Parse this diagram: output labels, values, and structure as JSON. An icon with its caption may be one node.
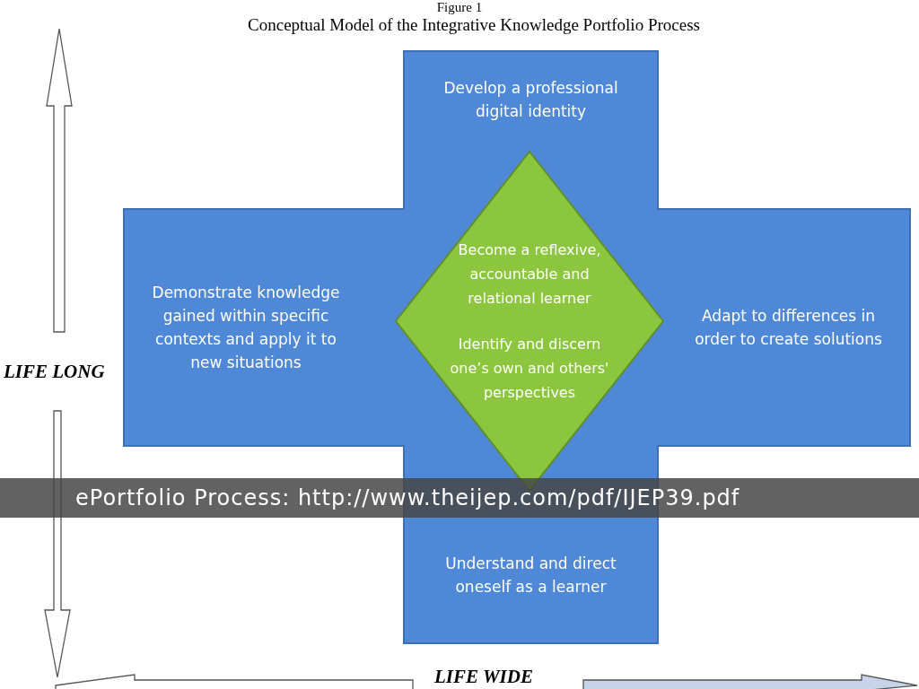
{
  "diagram": {
    "title": "Conceptual Model of the Integrative Knowledge Portfolio Process",
    "caption": "ePortfolio Process:  http://www.theijep.com/pdf/IJEP39.pdf",
    "nodes": [
      {
        "text": [
          "Develop a professional digital identity"
        ]
      },
      {
        "text": [
          "Demonstrate knowledge gained within specific contexts and apply  it to new situations"
        ]
      },
      {
        "text": [
          "Become a reflexive, accountable and relational learner",
          "Identify and discern one’s own and others' perspectives"
        ]
      },
      {
        "text": [
          "Adapt to differences in order to create solutions"
        ]
      },
      {
        "text": [
          "Understand and direct oneself as a learner"
        ]
      }
    ],
    "edges": [],
    "labels": [
      "Figure 1",
      "LIFE LONG",
      "LIFE WIDE"
    ]
  }
}
